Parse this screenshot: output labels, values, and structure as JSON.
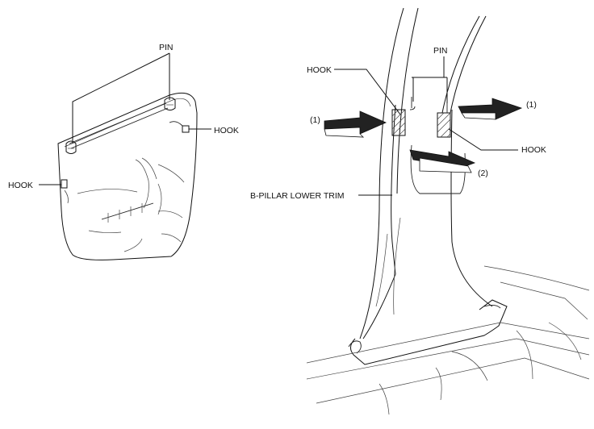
{
  "labels": {
    "pin_left": "PIN",
    "hook_right_small": "HOOK",
    "hook_left_small": "HOOK",
    "hook_top_right": "HOOK",
    "pin_right": "PIN",
    "hook_mid_right": "HOOK",
    "step1_left": "(1)",
    "step1_right": "(1)",
    "step2": "(2)",
    "trim_label": "B-PILLAR LOWER TRIM"
  }
}
